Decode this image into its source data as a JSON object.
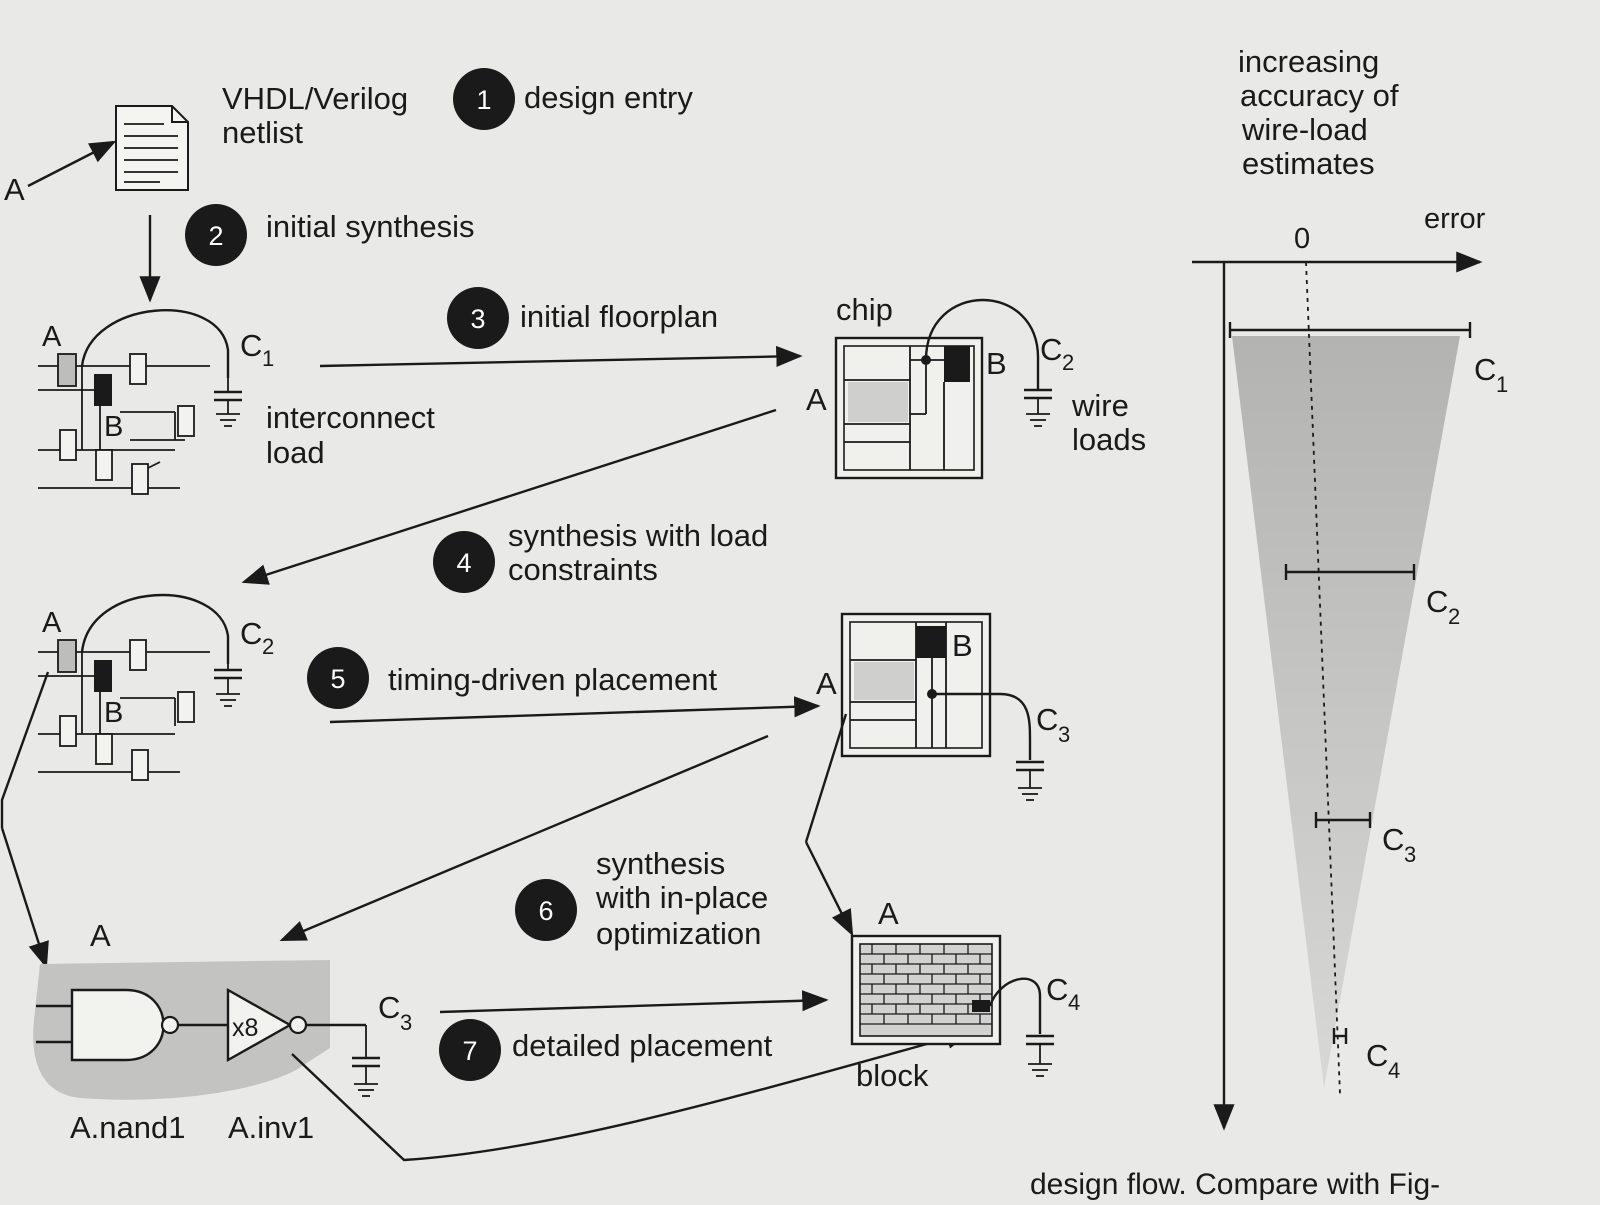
{
  "steps": [
    {
      "num": "1",
      "label": "design entry"
    },
    {
      "num": "2",
      "label": "initial synthesis"
    },
    {
      "num": "3",
      "label": "initial floorplan"
    },
    {
      "num": "4",
      "label_line1": "synthesis with load",
      "label_line2": "constraints"
    },
    {
      "num": "5",
      "label": "timing-driven placement"
    },
    {
      "num": "6",
      "label_line1": "synthesis",
      "label_line2": "with in-place",
      "label_line3": "optimization"
    },
    {
      "num": "7",
      "label": "detailed placement"
    }
  ],
  "netlist": {
    "line1": "VHDL/Verilog",
    "line2": "netlist",
    "pointer": "A"
  },
  "circuit": {
    "node_a": "A",
    "node_b": "B",
    "cap1_main": "C",
    "cap1_sub": "1",
    "cap2_main": "C",
    "cap2_sub": "2",
    "interconnect_line1": "interconnect",
    "interconnect_line2": "load"
  },
  "chip": {
    "title": "chip",
    "node_a": "A",
    "node_b": "B",
    "cap_main": "C",
    "cap_sub": "2",
    "wire_line1": "wire",
    "wire_line2": "loads"
  },
  "placement": {
    "node_a": "A",
    "node_b": "B",
    "cap_main": "C",
    "cap_sub": "3"
  },
  "gates": {
    "node_a": "A",
    "buffer": "x8",
    "cap_main": "C",
    "cap_sub": "3",
    "nand_label": "A.nand1",
    "inv_label": "A.inv1"
  },
  "block": {
    "node_a": "A",
    "label": "block",
    "cap_main": "C",
    "cap_sub": "4"
  },
  "accuracy": {
    "line1": "increasing",
    "line2": "accuracy of",
    "line3": "wire-load",
    "line4": "estimates",
    "axis_label": "error",
    "zero_label": "0",
    "estimates": [
      {
        "main": "C",
        "sub": "1"
      },
      {
        "main": "C",
        "sub": "2"
      },
      {
        "main": "C",
        "sub": "3"
      },
      {
        "main": "C",
        "sub": "4"
      }
    ]
  },
  "caption_fragment": "design flow. Compare with Fig-",
  "colors": {
    "ink": "#1a1a1a",
    "paper": "#e9e9e7",
    "shade": "#bdbdbb",
    "marker_fill": "#1a1a1a"
  }
}
